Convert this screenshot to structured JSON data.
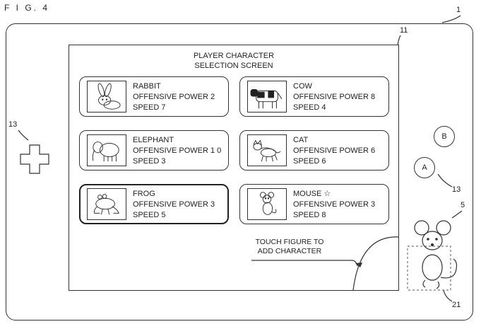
{
  "figure_label": "F I G. 4",
  "refs": {
    "device": "1",
    "screen": "11",
    "dpad": "13",
    "buttons": "13",
    "figure": "5",
    "area": "21"
  },
  "screen_title": {
    "line1": "PLAYER CHARACTER",
    "line2": "SELECTION SCREEN"
  },
  "characters": [
    {
      "name": "RABBIT",
      "power": "OFFENSIVE POWER 2",
      "speed": "SPEED 7",
      "icon": "rabbit-icon"
    },
    {
      "name": "COW",
      "power": "OFFENSIVE POWER 8",
      "speed": "SPEED 4",
      "icon": "cow-icon"
    },
    {
      "name": "ELEPHANT",
      "power": "OFFENSIVE POWER 1 0",
      "speed": "SPEED 3",
      "icon": "elephant-icon"
    },
    {
      "name": "CAT",
      "power": "OFFENSIVE POWER 6",
      "speed": "SPEED 6",
      "icon": "cat-icon"
    },
    {
      "name": "FROG",
      "power": "OFFENSIVE POWER 3",
      "speed": "SPEED 5",
      "icon": "frog-icon",
      "selected": true
    },
    {
      "name": "MOUSE  ☆",
      "power": "OFFENSIVE POWER 3",
      "speed": "SPEED 8",
      "icon": "mouse-icon"
    }
  ],
  "touch_hint": {
    "line1": "TOUCH FIGURE TO",
    "line2": "ADD CHARACTER"
  },
  "buttons": {
    "a": "A",
    "b": "B"
  }
}
